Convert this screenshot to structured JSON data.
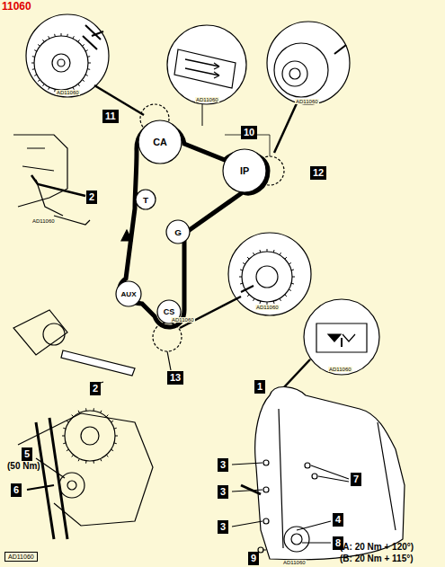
{
  "diagram": {
    "nodes": [
      {
        "text": [
          "CA"
        ]
      },
      {
        "text": [
          "IP"
        ]
      },
      {
        "text": [
          "T"
        ]
      },
      {
        "text": [
          "G"
        ]
      },
      {
        "text": [
          "AUX"
        ]
      },
      {
        "text": [
          "CS"
        ]
      }
    ],
    "labels": [
      "11060",
      "AD11060",
      "AD11060",
      "AD11060",
      "11",
      "10",
      "12",
      "2",
      "AD11060",
      "AD11060",
      "AD11060",
      "13",
      "2",
      "1",
      "AD11060",
      "5",
      "(50 Nm)",
      "6",
      "3",
      "3",
      "3",
      "7",
      "4",
      "8",
      "9",
      "(A: 20 Nm + 120°)",
      "(B: 20 Nm + 115°)",
      "AD11060",
      "AD11060"
    ]
  }
}
